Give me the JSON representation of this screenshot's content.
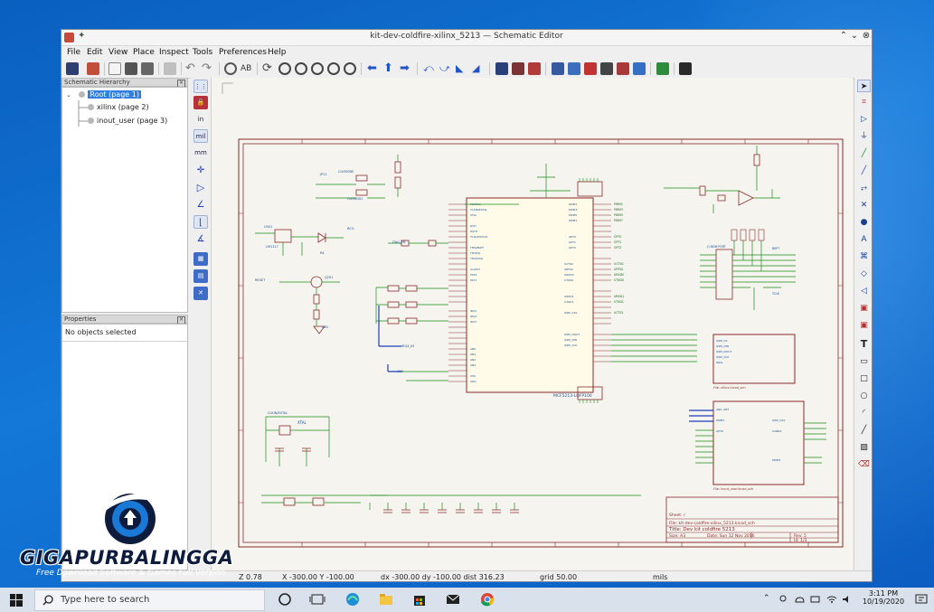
{
  "window": {
    "title": "kit-dev-coldfire-xilinx_5213 — Schematic Editor",
    "controls": [
      "⌃",
      "⌄",
      "⊗"
    ]
  },
  "menu": [
    "File",
    "Edit",
    "View",
    "Place",
    "Inspect",
    "Tools",
    "Preferences",
    "Help"
  ],
  "hierarchy": {
    "header": "Schematic Hierarchy",
    "items": [
      "Root (page 1)",
      "xilinx (page 2)",
      "inout_user (page 3)"
    ]
  },
  "properties": {
    "header": "Properties",
    "empty": "No objects selected"
  },
  "left_tools": [
    "in",
    "mil",
    "mm"
  ],
  "status": {
    "zoom": "Z 0.78",
    "xy": "X -300.00  Y -100.00",
    "delta": "dx -300.00  dy -100.00  dist 316.23",
    "grid": "grid 50.00",
    "units": "mils"
  },
  "schematic": {
    "tb_sheet": "Sheet: /",
    "tb_file": "File: kit-dev-coldfire-xilinx_5213.kicad_sch",
    "tb_title": "Title: Dev kit coldfire 5213",
    "tb_size": "Size: A3",
    "tb_date": "Date: Sun 12 Nov 2016",
    "tb_rev": "Rev: 5",
    "tb_id": "Id: 1/3",
    "mcu_ref": "MCF5213-LQFP100",
    "sheet1_name": "File: xilinx.kicad_sch",
    "sheet2_name": "File: inout_user.kicad_sch",
    "xtal": "XTAL",
    "clkin": "CLKIN/EXTAL"
  },
  "taskbar": {
    "search": "Type here to search",
    "time": "3:11 PM",
    "date": "10/19/2020"
  },
  "watermark": {
    "title": "GIGAPURBALINGGA",
    "subtitle": "Free Download Software & Games Full Version"
  },
  "colors": {
    "wire": "#1a8f1a",
    "frame": "#8b2a2a",
    "bus": "#1f3fb8",
    "accent": "#2f7fe0"
  }
}
